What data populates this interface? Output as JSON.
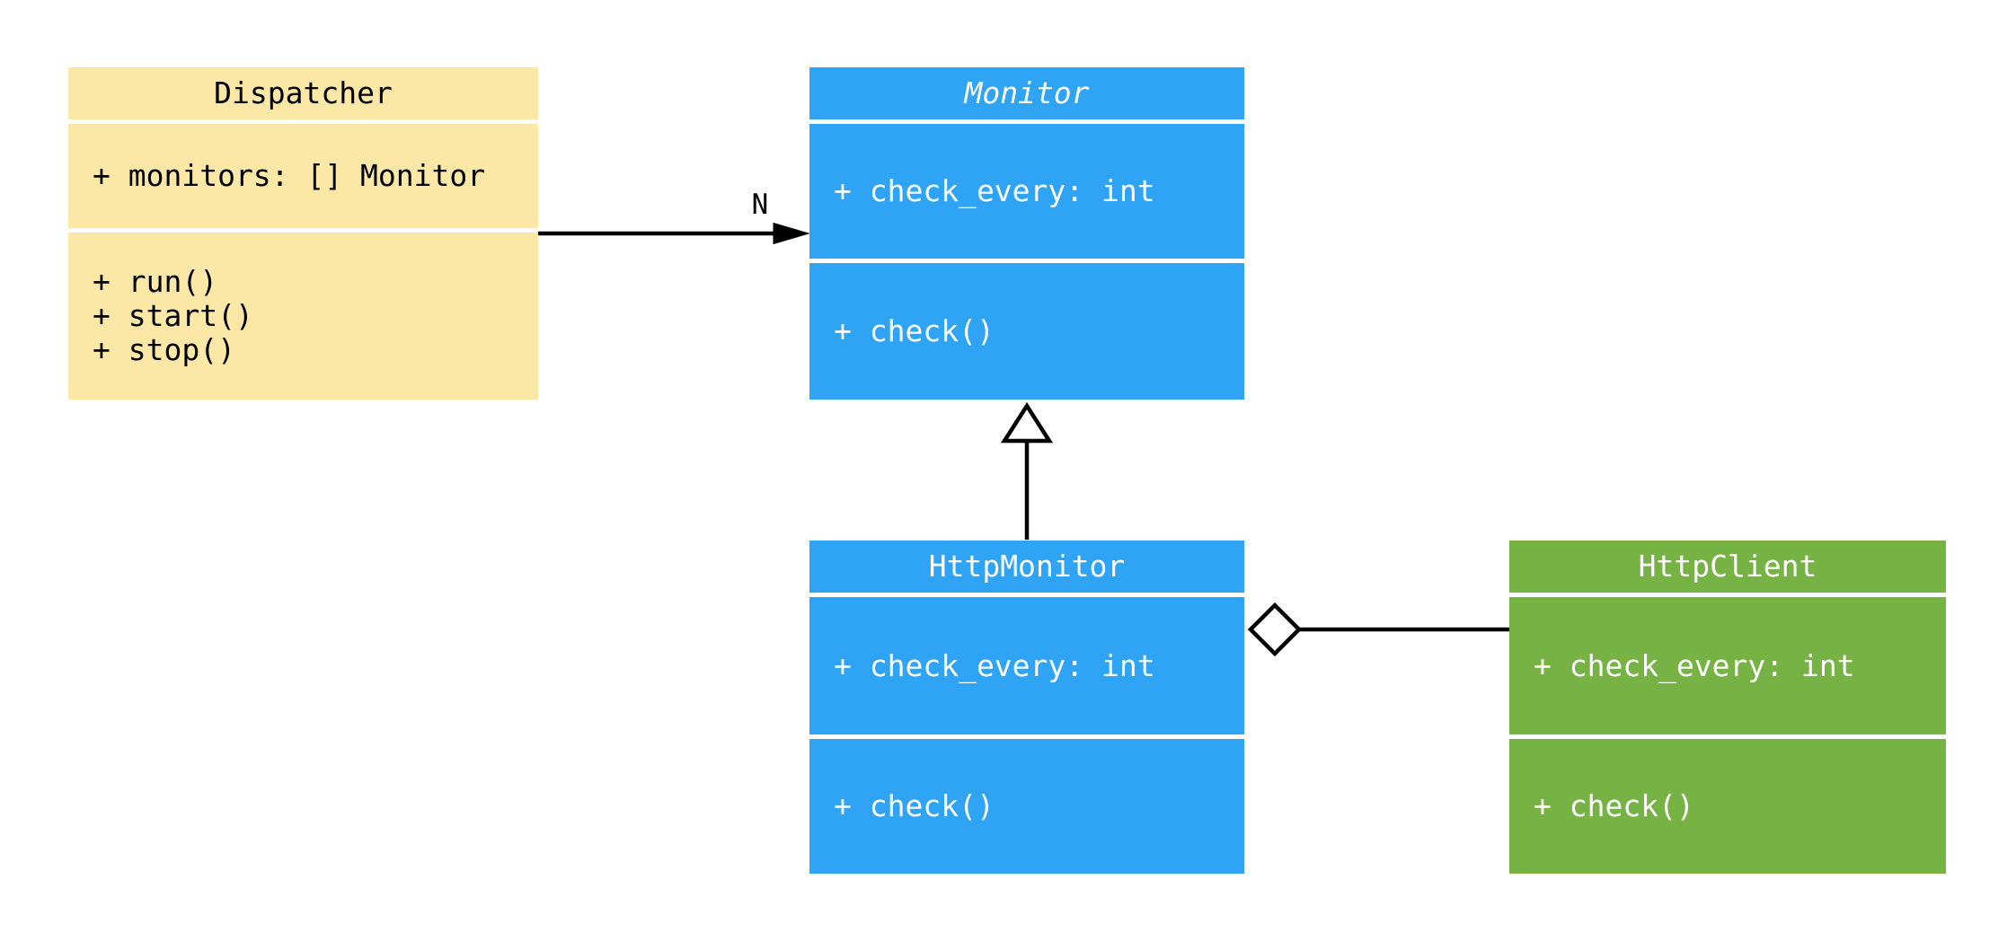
{
  "diagram_type": "UML class diagram",
  "colors": {
    "background": "#ffffff",
    "line_color": "#000000",
    "text_dark": "#000000",
    "text_light": "#ffffff",
    "dispatcher_fill": "#fbe8a7",
    "monitor_fill": "#2fa4f4",
    "client_fill": "#77b344"
  },
  "classes": [
    {
      "name": "Dispatcher",
      "abstract": false,
      "attributes": [
        "+ monitors: [] Monitor"
      ],
      "methods": [
        "+ run()",
        "+ start()",
        "+ stop()"
      ]
    },
    {
      "name": "Monitor",
      "abstract": true,
      "attributes": [
        "+ check_every: int"
      ],
      "methods": [
        "+ check()"
      ]
    },
    {
      "name": "HttpMonitor",
      "abstract": false,
      "attributes": [
        "+ check_every: int"
      ],
      "methods": [
        "+ check()"
      ]
    },
    {
      "name": "HttpClient",
      "abstract": false,
      "attributes": [
        "+ check_every: int"
      ],
      "methods": [
        "+ check()"
      ]
    }
  ],
  "relationships": [
    {
      "from": "Dispatcher",
      "to": "Monitor",
      "type": "directed-association",
      "multiplicity": "N"
    },
    {
      "from": "HttpMonitor",
      "to": "Monitor",
      "type": "generalization"
    },
    {
      "from": "HttpMonitor",
      "to": "HttpClient",
      "type": "aggregation"
    }
  ]
}
